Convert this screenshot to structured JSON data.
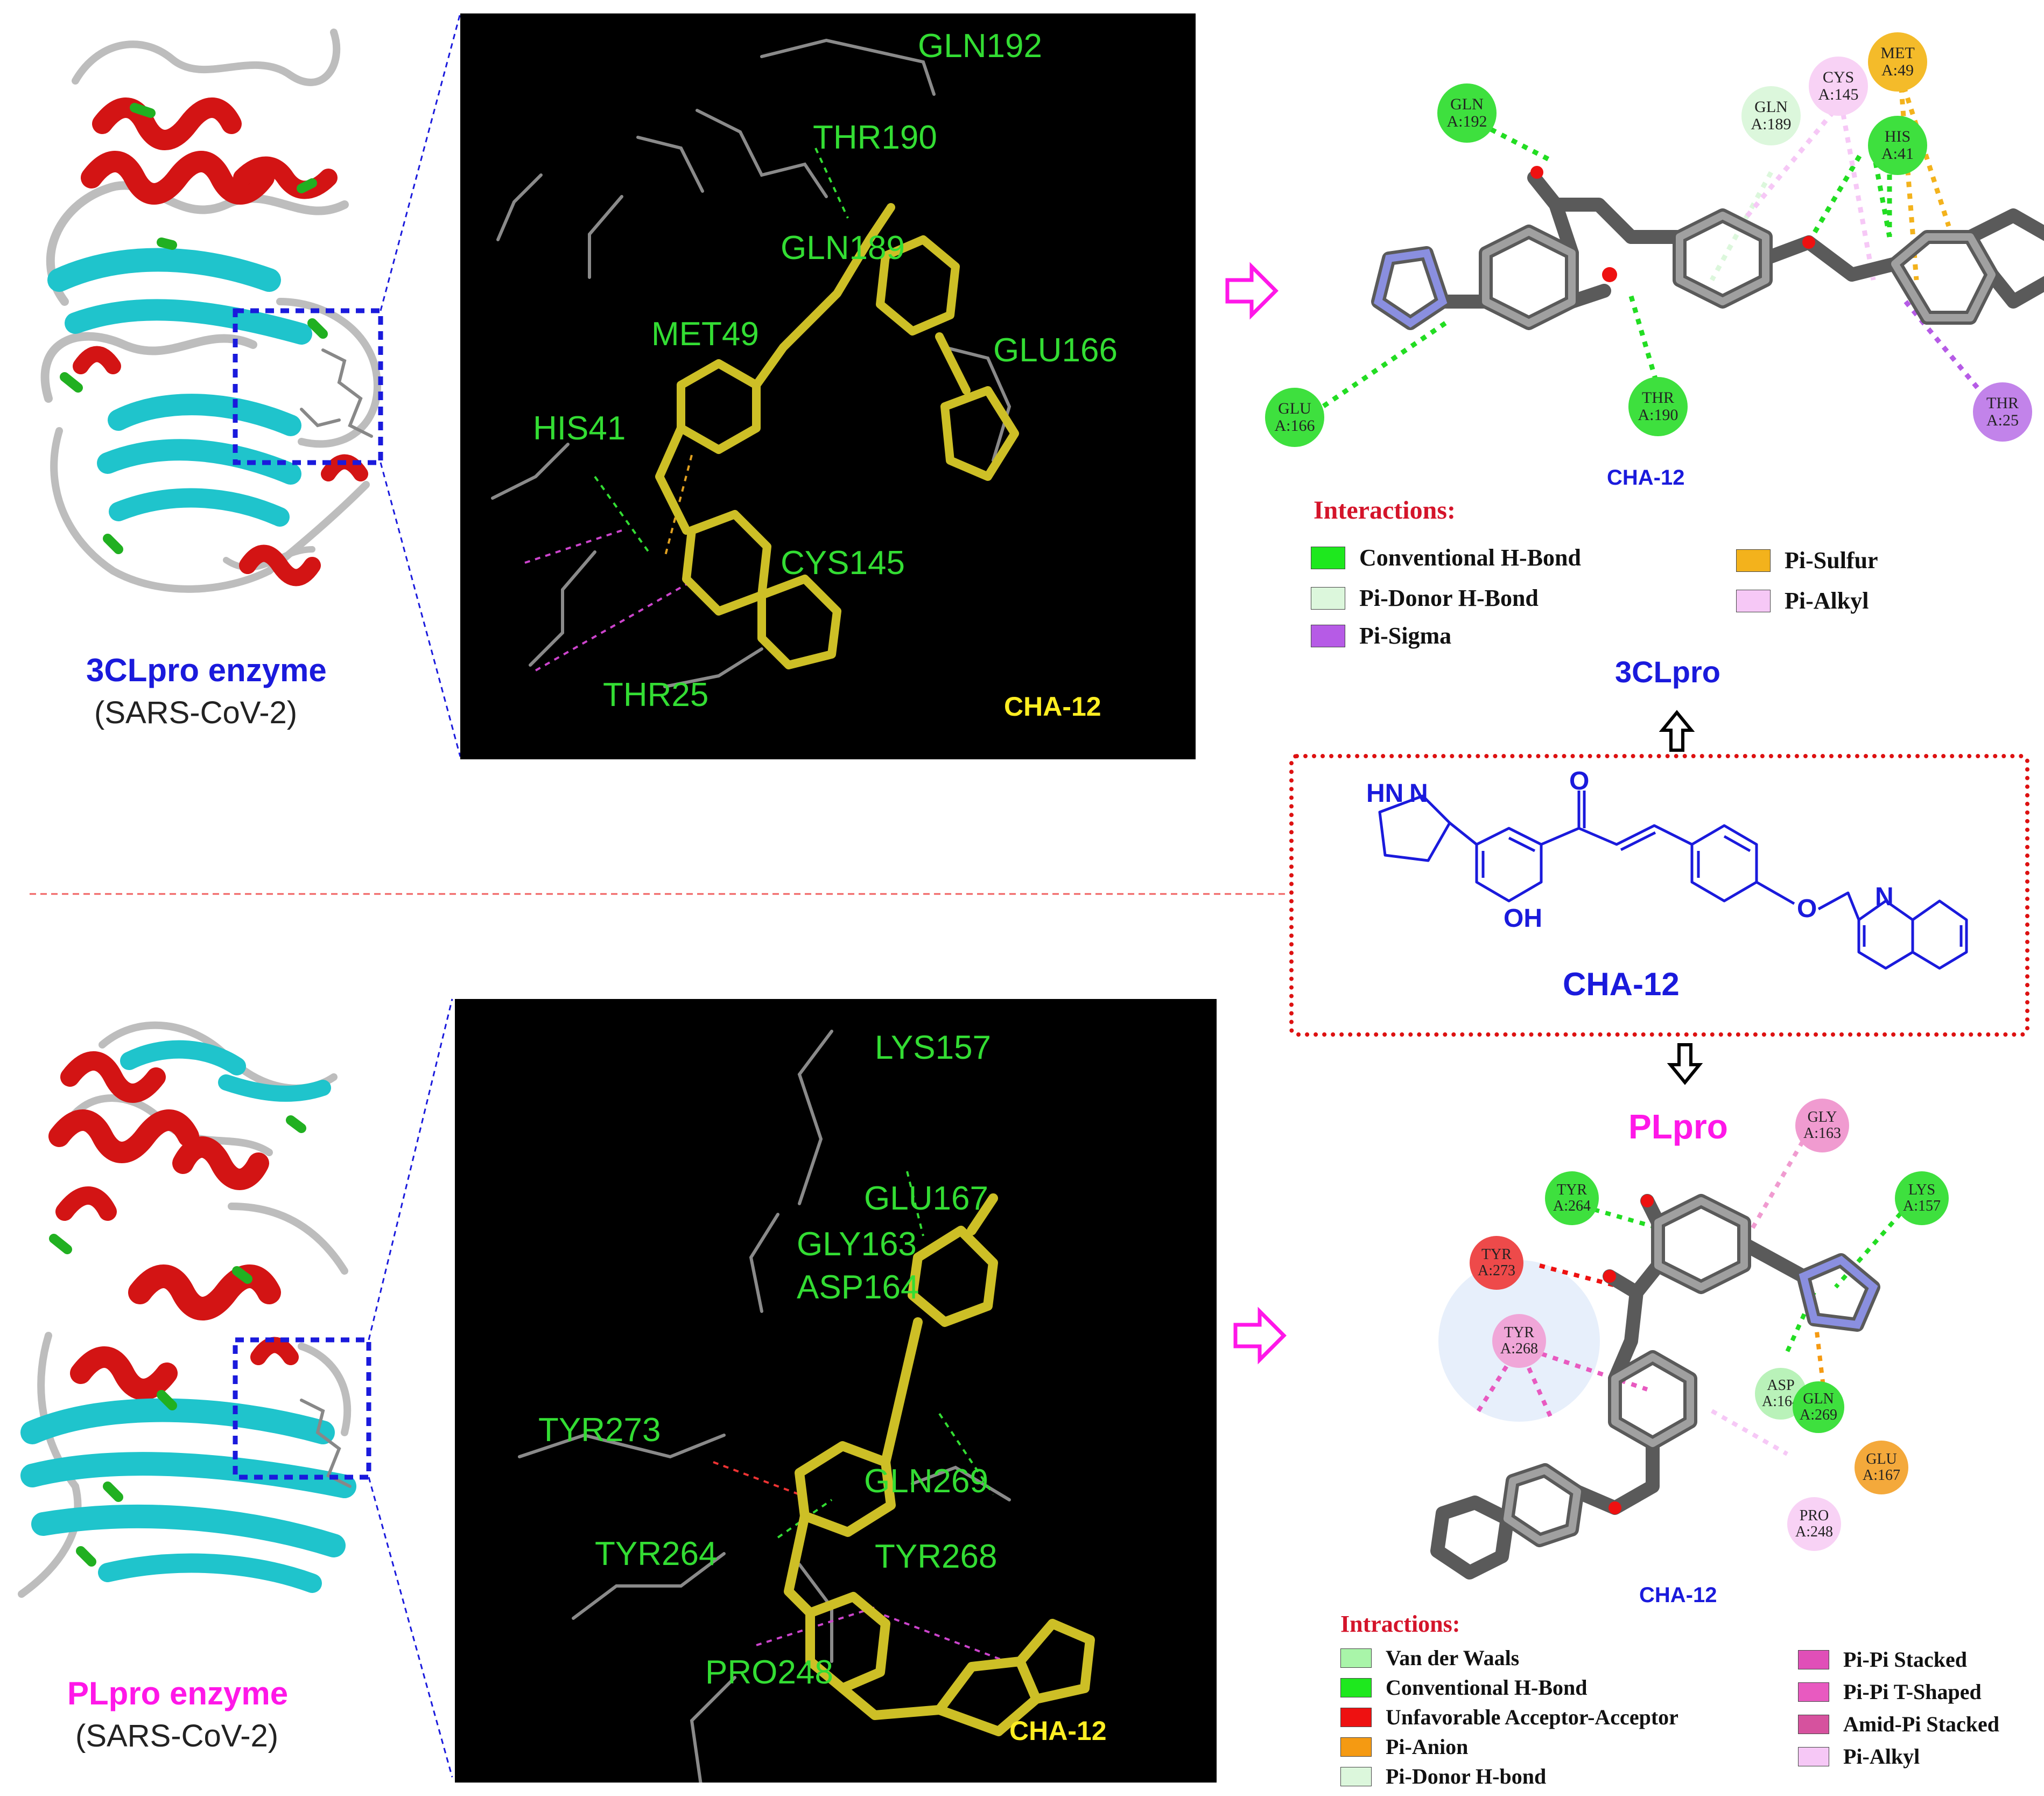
{
  "top": {
    "enzyme_name": "3CLpro enzyme",
    "enzyme_org": "(SARS-CoV-2)",
    "residues_3d": [
      "GLN192",
      "THR190",
      "GLN189",
      "MET49",
      "GLU166",
      "HIS41",
      "CYS145",
      "THR25"
    ],
    "ligand_tag": "CHA-12",
    "map_nodes": [
      {
        "code": "GLN",
        "num": "A:192",
        "type": "conv"
      },
      {
        "code": "GLN",
        "num": "A:189",
        "type": "donor"
      },
      {
        "code": "CYS",
        "num": "A:145",
        "type": "alkyl"
      },
      {
        "code": "MET",
        "num": "A:49",
        "type": "sulfur"
      },
      {
        "code": "HIS",
        "num": "A:41",
        "type": "conv"
      },
      {
        "code": "GLU",
        "num": "A:166",
        "type": "conv"
      },
      {
        "code": "THR",
        "num": "A:190",
        "type": "conv"
      },
      {
        "code": "THR",
        "num": "A:25",
        "type": "sigma"
      }
    ],
    "map_caption": "CHA-12",
    "legend_title": "Interactions:",
    "legend": [
      {
        "label": "Conventional H-Bond",
        "color": "#1ee81e"
      },
      {
        "label": "Pi-Donor H-Bond",
        "color": "#dcf7dc"
      },
      {
        "label": "Pi-Sigma",
        "color": "#b65be6"
      },
      {
        "label": "Pi-Sulfur",
        "color": "#f3b21c"
      },
      {
        "label": "Pi-Alkyl",
        "color": "#f6c8f6"
      }
    ],
    "target_name": "3CLpro"
  },
  "center": {
    "labels": {
      "hn": "HN",
      "n": "N",
      "o": "O",
      "oh": "OH",
      "o2": "O",
      "n2": "N"
    },
    "compound_name": "CHA-12"
  },
  "bottom": {
    "enzyme_name": "PLpro enzyme",
    "enzyme_org": "(SARS-CoV-2)",
    "residues_3d": [
      "LYS157",
      "GLU167",
      "GLY163",
      "ASP164",
      "TYR273",
      "GLN269",
      "TYR264",
      "TYR268",
      "PRO248"
    ],
    "ligand_tag": "CHA-12",
    "target_name": "PLpro",
    "map_nodes": [
      {
        "code": "GLY",
        "num": "A:163",
        "type": "amid"
      },
      {
        "code": "TYR",
        "num": "A:264",
        "type": "conv"
      },
      {
        "code": "LYS",
        "num": "A:157",
        "type": "conv"
      },
      {
        "code": "TYR",
        "num": "A:273",
        "type": "unfav"
      },
      {
        "code": "TYR",
        "num": "A:268",
        "type": "pipi"
      },
      {
        "code": "ASP",
        "num": "A:164",
        "type": "vdw"
      },
      {
        "code": "GLN",
        "num": "A:269",
        "type": "conv"
      },
      {
        "code": "GLU",
        "num": "A:167",
        "type": "anion"
      },
      {
        "code": "PRO",
        "num": "A:248",
        "type": "alkyl"
      }
    ],
    "map_caption": "CHA-12",
    "legend_title": "Intractions:",
    "legend": [
      {
        "label": "Van der Waals",
        "color": "#a9f5a9"
      },
      {
        "label": "Conventional H-Bond",
        "color": "#1ee81e"
      },
      {
        "label": "Unfavorable Acceptor-Acceptor",
        "color": "#ee1111"
      },
      {
        "label": "Pi-Anion",
        "color": "#f59a12"
      },
      {
        "label": "Pi-Donor H-bond",
        "color": "#dcf7dc"
      },
      {
        "label": "Pi-Pi Stacked",
        "color": "#e04fb8"
      },
      {
        "label": "Pi-Pi T-Shaped",
        "color": "#e85ac0"
      },
      {
        "label": "Amid-Pi Stacked",
        "color": "#d6529e"
      },
      {
        "label": "Pi-Alkyl",
        "color": "#f6c8f6"
      }
    ]
  },
  "colors": {
    "helix": "#d31414",
    "sheet": "#1fc4cc",
    "coil": "#bdbdbd",
    "turn": "#21b021",
    "conv": "#3ee03e",
    "donor": "#dcf7dc",
    "alkyl": "#f8d2f5",
    "sulfur": "#f4bb2a",
    "sigma": "#c283ea",
    "unfav": "#ee4a4a",
    "pipi": "#f0a6d8",
    "amid": "#f09bd0",
    "anion": "#f4a93b",
    "vdw": "#b9f2b9"
  }
}
